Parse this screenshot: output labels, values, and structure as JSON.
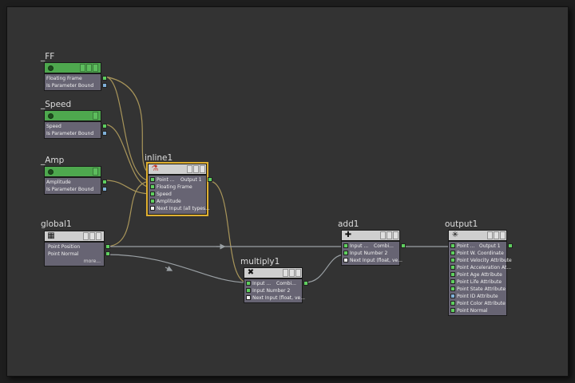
{
  "nodes": {
    "ff": {
      "title": "_FF",
      "outputs": [
        "Floating Frame",
        "Is Parameter Bound"
      ]
    },
    "speed": {
      "title": "_Speed",
      "outputs": [
        "Speed",
        "Is Parameter Bound"
      ]
    },
    "amp": {
      "title": "_Amp",
      "outputs": [
        "Amplitude",
        "Is Parameter Bound"
      ]
    },
    "inline1": {
      "title": "inline1",
      "icon": "inline-code-icon",
      "rows": [
        "Point ...",
        "Floating Frame",
        "Speed",
        "Amplitude",
        "Next Input (all types..."
      ],
      "output_label": "Output 1"
    },
    "global1": {
      "title": "global1",
      "icon": "grid-icon",
      "outputs": [
        "Point Position",
        "Point Normal"
      ],
      "more": "more..."
    },
    "multiply1": {
      "title": "multiply1",
      "icon": "multiply-icon",
      "icon_glyph": "✖",
      "rows": [
        "Input ...",
        "Input Number 2",
        "Next Input (float, ve..."
      ],
      "output_label": "Combi..."
    },
    "add1": {
      "title": "add1",
      "icon": "plus-icon",
      "icon_glyph": "✚",
      "rows": [
        "Input ...",
        "Input Number 2",
        "Next Input (float, ve..."
      ],
      "output_label": "Combi..."
    },
    "output1": {
      "title": "output1",
      "icon": "sparkle-icon",
      "icon_glyph": "✳",
      "rows": [
        "Point ...",
        "Point W. Coordinate",
        "Point Velocity Attribute",
        "Point Acceleration At...",
        "Point Age Attribute",
        "Point Life Attribute",
        "Point State Attribute",
        "Point ID Attribute",
        "Point Color Attribute",
        "Point Normal"
      ],
      "output_label": "Output 1"
    }
  },
  "colors": {
    "wire_param": "#a8955a",
    "wire_data": "#9aa0a4",
    "param_header": "#4ea84e",
    "node_body": "#676473",
    "selected_outline": "#e0b030",
    "background": "#333333"
  }
}
